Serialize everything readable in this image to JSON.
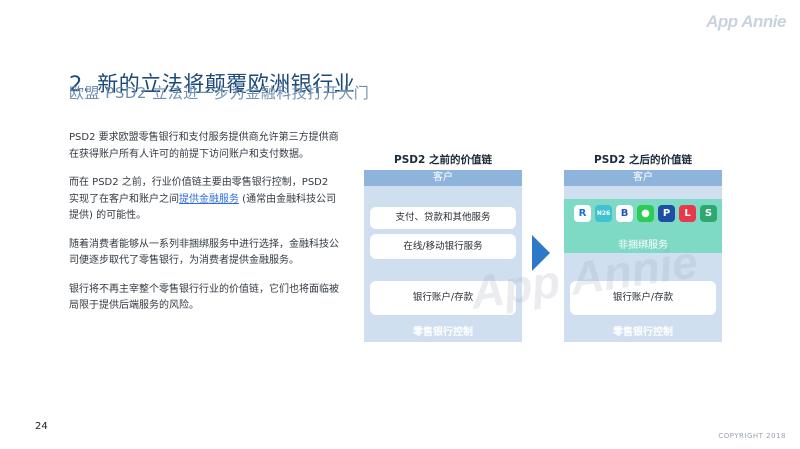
{
  "brand": "App Annie",
  "title": "2. 新的立法将颠覆欧洲银行业",
  "subtitle": "欧盟 PSD2 立法进一步为金融科技打开大门",
  "paragraphs": {
    "p1": "PSD2 要求欧盟零售银行和支付服务提供商允许第三方提供商在获得账户所有人许可的前提下访问账户和支付数据。",
    "p2_before": "而在 PSD2 之前，行业价值链主要由零售银行控制，PSD2 实现了在客户和账户之间",
    "p2_link": "提供金融服务",
    "p2_after": " (通常由金融科技公司提供) 的可能性。",
    "p3": "随着消费者能够从一系列非捆绑服务中进行选择，金融科技公司便逐步取代了零售银行，为消费者提供金融服务。",
    "p4": "银行将不再主宰整个零售银行行业的价值链，它们也将面临被局限于提供后端服务的风险。"
  },
  "before_chain": {
    "title": "PSD2 之前的价值链",
    "customer": "客户",
    "service1": "支付、贷款和其他服务",
    "service2": "在线/移动银行服务",
    "account": "银行账户/存款",
    "control": "零售银行控制"
  },
  "after_chain": {
    "title": "PSD2 之后的价值链",
    "customer": "客户",
    "unbundled": "非捆绑服务",
    "account": "银行账户/存款",
    "control": "零售银行控制",
    "app_icons": [
      {
        "name": "revolut-icon",
        "glyph": "R",
        "color": "#ffffff",
        "fg": "#1a6fd6"
      },
      {
        "name": "n26-icon",
        "glyph": "N26",
        "color": "#3fc3d0",
        "fg": "#ffffff"
      },
      {
        "name": "bitcoin-icon",
        "glyph": "B",
        "color": "#ffffff",
        "fg": "#2255c4"
      },
      {
        "name": "wechat-pay-icon",
        "glyph": "●",
        "color": "#2ecc55",
        "fg": "#ffffff"
      },
      {
        "name": "paypal-icon",
        "glyph": "P",
        "color": "#1f4fa5",
        "fg": "#ffffff"
      },
      {
        "name": "lending-icon",
        "glyph": "L",
        "color": "#e8394a",
        "fg": "#ffffff"
      },
      {
        "name": "starling-icon",
        "glyph": "S",
        "color": "#2ea86e",
        "fg": "#ffffff"
      }
    ]
  },
  "page_number": "24",
  "copyright": "COPYRIGHT 2018"
}
